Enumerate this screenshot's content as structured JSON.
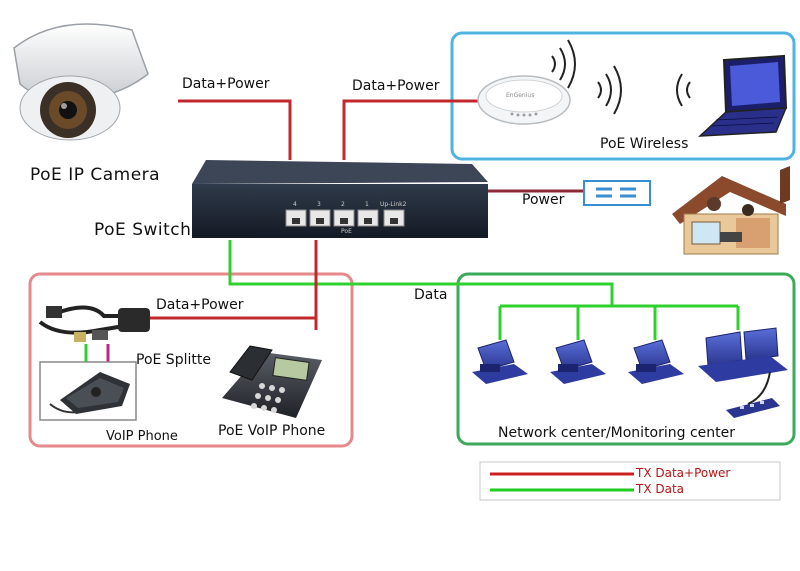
{
  "labels": {
    "camera": "PoE IP Camera",
    "switch": "PoE Switch",
    "data_power_camera": "Data+Power",
    "data_power_ap": "Data+Power",
    "wireless": "PoE Wireless",
    "power": "Power",
    "data": "Data",
    "data_power_splitter": "Data+Power",
    "splitter": "PoE  Splitte",
    "voip_phone": "VoIP Phone",
    "poe_voip_phone": "PoE VoIP Phone",
    "network_center": "Network center/Monitoring center",
    "switch_ports": [
      "4",
      "3",
      "2",
      "1",
      "Up-Link2"
    ],
    "switch_poe": "PoE",
    "ap_brand": "EnGenius"
  },
  "legend": {
    "items": [
      {
        "label": "TX Data+Power",
        "color": "#cc2020"
      },
      {
        "label": "TX Data",
        "color": "#22cc22"
      }
    ]
  },
  "colors": {
    "data_power_line": "#c0282c",
    "data_line": "#2fd12f",
    "wireless_border": "#4fb3e0",
    "phone_border": "#e58a8a",
    "network_border": "#3aaa5a",
    "power_line": "#8b2b3a",
    "outlet_border": "#3a8fd0"
  }
}
